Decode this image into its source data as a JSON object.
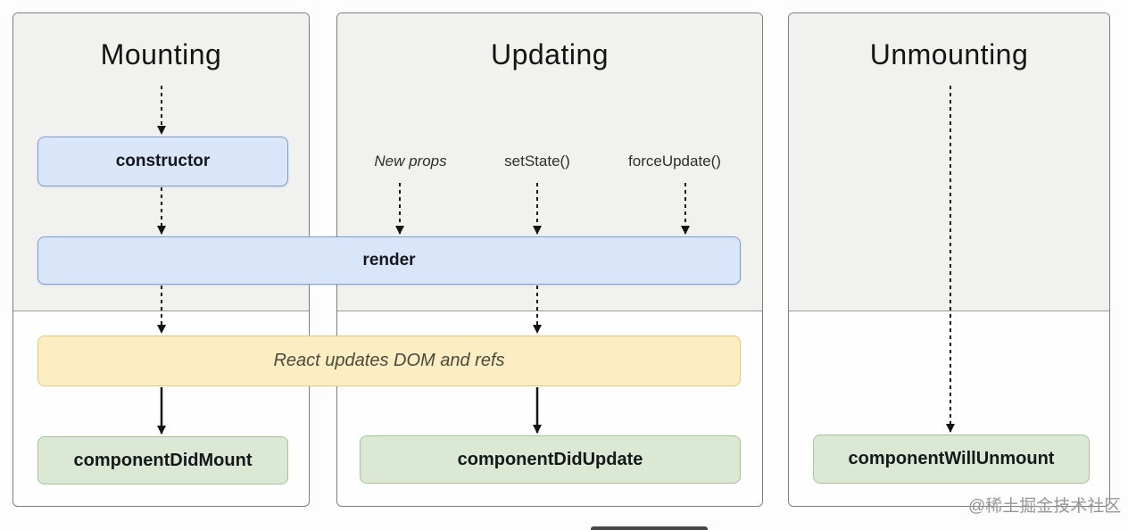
{
  "diagram": {
    "panels": [
      {
        "title": "Mounting"
      },
      {
        "title": "Updating"
      },
      {
        "title": "Unmounting"
      }
    ],
    "nodes": {
      "constructor": "constructor",
      "render": "render",
      "react_updates": "React updates DOM and refs",
      "component_did_mount": "componentDidMount",
      "component_did_update": "componentDidUpdate",
      "component_will_unmount": "componentWillUnmount"
    },
    "update_triggers": [
      {
        "label": "New props"
      },
      {
        "label": "setState()"
      },
      {
        "label": "forceUpdate()"
      }
    ],
    "watermark": "@稀土掘金技术社区",
    "colors": {
      "lifecycle_method_fill": "#d9e5f8",
      "lifecycle_method_border": "#7c9cd4",
      "react_internal_fill": "#fcedc3",
      "react_internal_border": "#e2c77d",
      "commit_phase_fill": "#dbe8d4",
      "commit_phase_border": "#a2c494",
      "panel_header_fill": "#f1f1ef",
      "panel_border": "#7f7f7f"
    }
  }
}
